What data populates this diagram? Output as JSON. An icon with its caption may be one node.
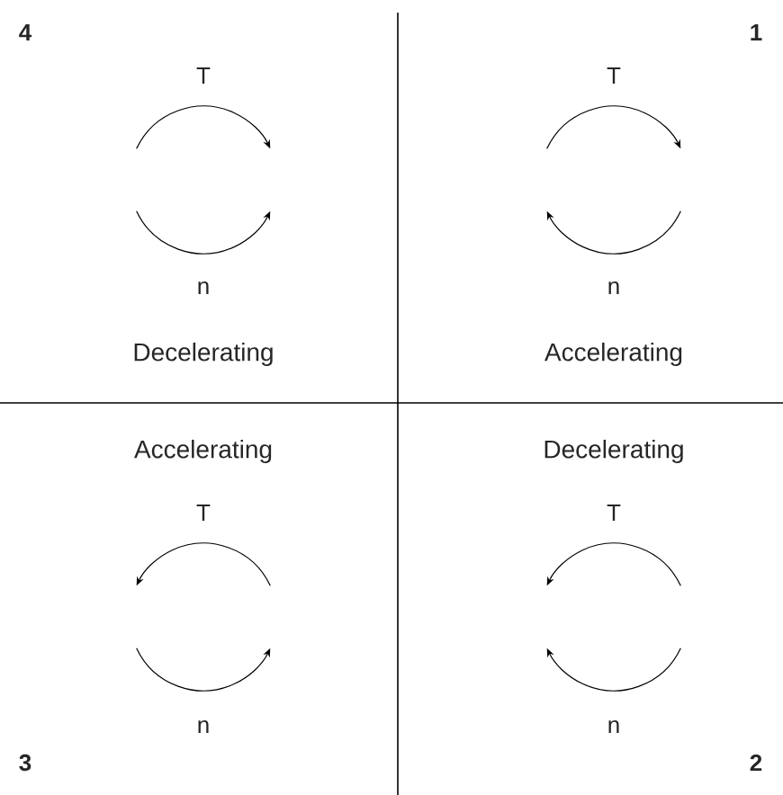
{
  "diagram": {
    "labels": [
      "4",
      "1",
      "T",
      "T",
      "n",
      "n",
      "Decelerating",
      "Accelerating",
      "Accelerating",
      "Decelerating",
      "T",
      "T",
      "n",
      "n",
      "3",
      "2"
    ]
  }
}
